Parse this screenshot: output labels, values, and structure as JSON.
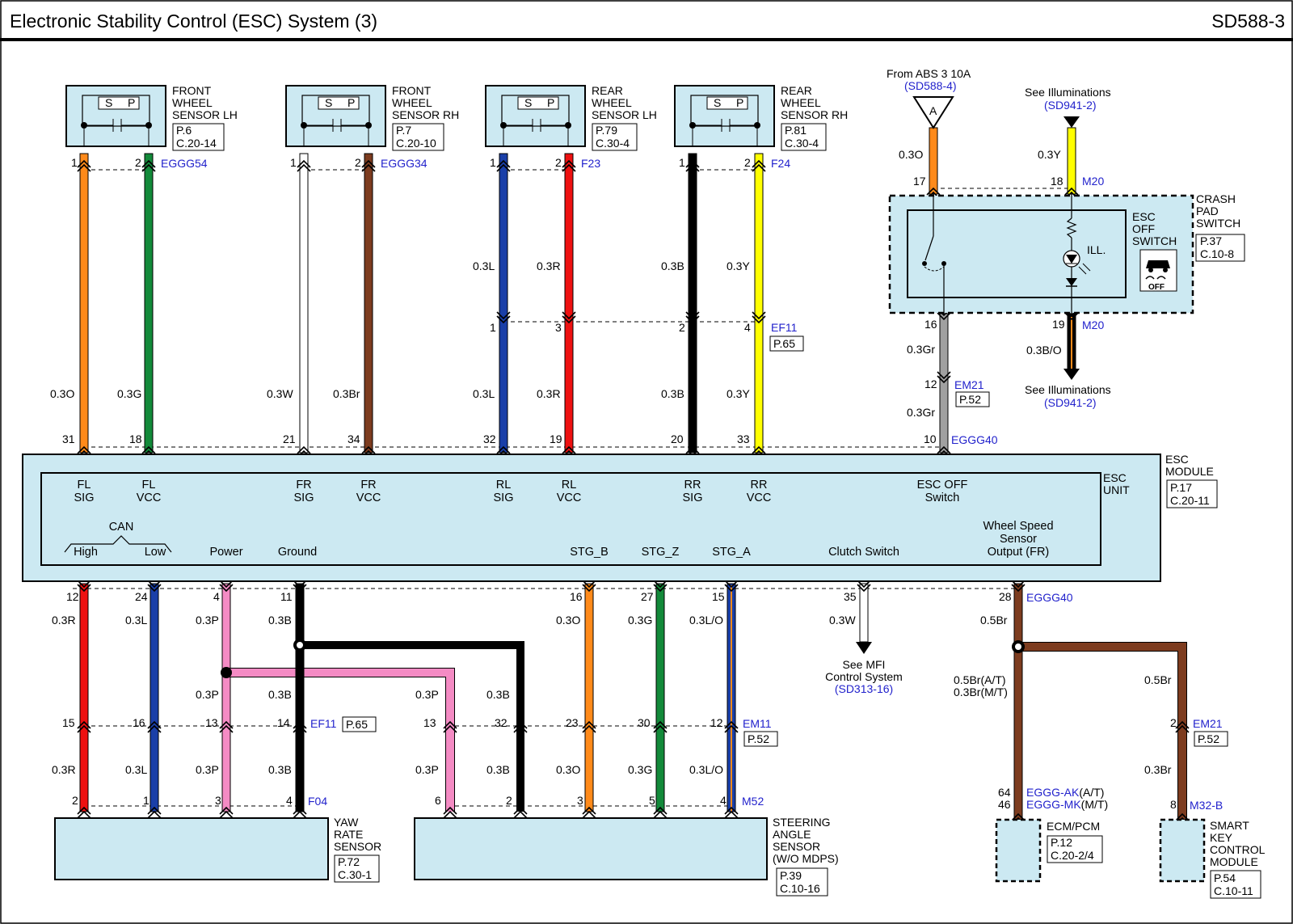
{
  "header": {
    "title": "Electronic Stability Control (ESC) System (3)",
    "code": "SD588-3"
  },
  "colors": {
    "box_fill": "#cce9f2",
    "link": "#2222cc",
    "orange": "#ff8a1a",
    "green": "#138a3a",
    "white": "#ffffff",
    "brown": "#7d3c1f",
    "blue": "#1a3fa8",
    "red": "#ee1111",
    "black": "#000000",
    "yellow": "#ffff00",
    "gray": "#a0a0a0",
    "pink": "#f48bc4"
  },
  "sensors": [
    {
      "name1": "FRONT",
      "name2": "WHEEL",
      "name3": "SENSOR LH",
      "page": "P.6",
      "conn": "C.20-14"
    },
    {
      "name1": "FRONT",
      "name2": "WHEEL",
      "name3": "SENSOR RH",
      "page": "P.7",
      "conn": "C.20-10"
    },
    {
      "name1": "REAR",
      "name2": "WHEEL",
      "name3": "SENSOR LH",
      "page": "P.79",
      "conn": "C.30-4"
    },
    {
      "name1": "REAR",
      "name2": "WHEEL",
      "name3": "SENSOR RH",
      "page": "P.81",
      "conn": "C.30-4"
    }
  ],
  "sp": {
    "s": "S",
    "p": "P"
  },
  "connectors": {
    "eggg54": "EGGG54",
    "eggg34": "EGGG34",
    "f23": "F23",
    "f24": "F24",
    "ef11": "EF11",
    "p65": "P.65",
    "m20": "M20",
    "em21": "EM21",
    "p52": "P.52",
    "eggg40": "EGGG40",
    "em11": "EM11",
    "f04": "F04",
    "m52": "M52",
    "egggak": "EGGG-AK",
    "egggmk": "EGGG-MK",
    "m32b": "M32-B"
  },
  "pins": {
    "p1": "1",
    "p2": "2",
    "p3": "3",
    "p4": "4",
    "p5": "5",
    "p6": "6",
    "p8": "8",
    "p10": "10",
    "p11": "11",
    "p12": "12",
    "p13": "13",
    "p14": "14",
    "p15": "15",
    "p16": "16",
    "p17": "17",
    "p18": "18",
    "p19": "19",
    "p20": "20",
    "p21": "21",
    "p23": "23",
    "p24": "24",
    "p27": "27",
    "p28": "28",
    "p30": "30",
    "p31": "31",
    "p32": "32",
    "p33": "33",
    "p34": "34",
    "p35": "35",
    "p46": "46",
    "p64": "64"
  },
  "wires": {
    "o": "0.3O",
    "g": "0.3G",
    "w": "0.3W",
    "br": "0.3Br",
    "l": "0.3L",
    "r": "0.3R",
    "b": "0.3B",
    "y": "0.3Y",
    "gr": "0.3Gr",
    "bo": "0.3B/O",
    "p": "0.3P",
    "lo": "0.3L/O",
    "br05": "0.5Br",
    "br05at": "0.5Br(A/T)",
    "br03mt": "0.3Br(M/T)"
  },
  "top_right": {
    "from_abs": "From ABS 3 10A",
    "sd5884": "(SD588-4)",
    "a_mark": "A",
    "see_ill": "See Illuminations",
    "sd9412": "(SD941-2)"
  },
  "crash_pad": {
    "l1": "CRASH",
    "l2": "PAD",
    "l3": "SWITCH",
    "page": "P.37",
    "conn": "C.10-8",
    "esc1": "ESC",
    "esc2": "OFF",
    "esc3": "SWITCH",
    "ill": "ILL.",
    "off_icon": "OFF"
  },
  "esc_module": {
    "l1": "ESC",
    "l2": "MODULE",
    "unit1": "ESC",
    "unit2": "UNIT",
    "page": "P.17",
    "conn": "C.20-11"
  },
  "signals": {
    "fl": "FL",
    "fr": "FR",
    "rl": "RL",
    "rr": "RR",
    "sig": "SIG",
    "vcc": "VCC",
    "escoff1": "ESC OFF",
    "escoff2": "Switch",
    "can": "CAN",
    "high": "High",
    "low": "Low",
    "power": "Power",
    "ground": "Ground",
    "stgb": "STG_B",
    "stgz": "STG_Z",
    "stga": "STG_A",
    "clutch": "Clutch Switch",
    "wss1": "Wheel Speed",
    "wss2": "Sensor",
    "wss3": "Output (FR)"
  },
  "mfi": {
    "l1": "See MFI",
    "l2": "Control System",
    "ref": "(SD313-16)"
  },
  "at": "(A/T)",
  "mt": "(M/T)",
  "yaw": {
    "l1": "YAW",
    "l2": "RATE",
    "l3": "SENSOR",
    "page": "P.72",
    "conn": "C.30-1"
  },
  "steer": {
    "l1": "STEERING",
    "l2": "ANGLE",
    "l3": "SENSOR",
    "l4": "(W/O MDPS)",
    "page": "P.39",
    "conn": "C.10-16"
  },
  "ecm": {
    "l1": "ECM/PCM",
    "page": "P.12",
    "conn": "C.20-2/4"
  },
  "smk": {
    "l1": "SMART",
    "l2": "KEY",
    "l3": "CONTROL",
    "l4": "MODULE",
    "page": "P.54",
    "conn": "C.10-11"
  }
}
